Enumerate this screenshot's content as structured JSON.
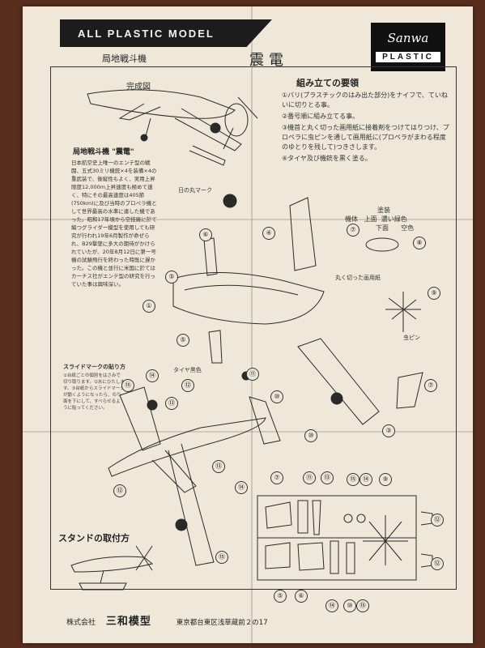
{
  "header": {
    "banner": "ALL PLASTIC MODEL",
    "subtitle": "局地戦斗機",
    "title": "震電",
    "logo_script": "Sanwa",
    "logo_word": "PLASTIC"
  },
  "labels": {
    "completed": "完成図",
    "sun_mark": "日の丸マーク",
    "round_paper": "丸く切った画用紙",
    "pin": "虫ピン",
    "tire_color": "タイヤ黒色"
  },
  "history": {
    "title": "局地戦斗機 \"震電\"",
    "text": "日本航空史上唯一のエンテ型の戦闘、五式30ミリ機銃×4を装備×4の重武装で、後縦性もよく、実用上昇限度12,000m上昇速度も極めて速く、特にその最高速度は405節(750km)に及び当時のプロペラ機として世界最高の水準に達した機であった。昭和17年頃から空技廠に於て編つグライダー模型を使用しても研究が行われ19年6月製作が命ぜられ、B29撃墜に多大の期待がかけられていたが、20年8月12日に第一号機の試験飛行を終わった時既に遅かった。この機と並行に米国に於てはカーチス社がエンテ型の研究を行っていた事は興味深い。"
  },
  "steps": {
    "title": "組み立ての要領",
    "items": [
      "①バリ(プラスチックのはみ出た部分)をナイフで、ていねいに切りとる事。",
      "②番号順に組み立てる事。",
      "③機首と丸く切った画用紙に接着剤をつけてはりつけ、プロペラに虫ピンを通して画用紙に(プロペラがまわる程度のゆとりを残して)つきさします。",
      "④タイヤ及び機銃を黒く塗る。"
    ]
  },
  "paint": {
    "title": "塗装",
    "body_label": "機体",
    "upper_label": "上面",
    "upper_color": "濃い緑色",
    "lower_label": "下面",
    "lower_color": "空色"
  },
  "slide": {
    "title": "スライドマークの貼り方",
    "text": "①台紙ごとの個別をはさみで切り取ります。②水にひたします。③台紙からスライドマークが動くようになったら、のり面を下にして、すべらせるように貼ってください。"
  },
  "stand": {
    "title": "スタンドの取付方"
  },
  "footer": {
    "kabushiki": "株式会社",
    "company": "三和模型",
    "address": "東京都台東区浅草蔵前２の17"
  },
  "part_numbers": [
    "①",
    "③",
    "④",
    "⑤",
    "⑥",
    "⑦",
    "⑧",
    "⑨",
    "⑩",
    "⑪",
    "⑫",
    "⑬",
    "⑭",
    "⑮"
  ]
}
